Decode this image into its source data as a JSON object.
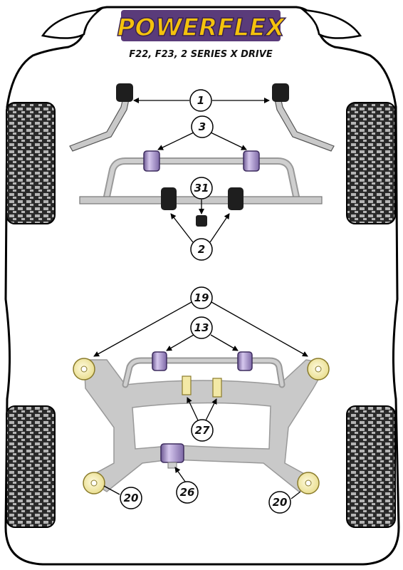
{
  "header": {
    "logo_text": "POWERFLEX",
    "subtitle": "F22, F23, 2 SERIES X DRIVE"
  },
  "callouts": {
    "c1": "1",
    "c3": "3",
    "c31": "31",
    "c2": "2",
    "c19": "19",
    "c13": "13",
    "c27": "27",
    "c26": "26",
    "c20_left": "20",
    "c20_right": "20"
  },
  "colors": {
    "outline": "#000000",
    "tyre_dark": "#2a2a2a",
    "tyre_light": "#b5b5b5",
    "metal": "#c9c9c9",
    "purple_bush": "#b9a6d6",
    "yellow_bush": "#f3e9a6",
    "black_bush": "#1e1e1e",
    "logo_fill": "#f4c20d",
    "logo_outline": "#5a3b7a"
  }
}
